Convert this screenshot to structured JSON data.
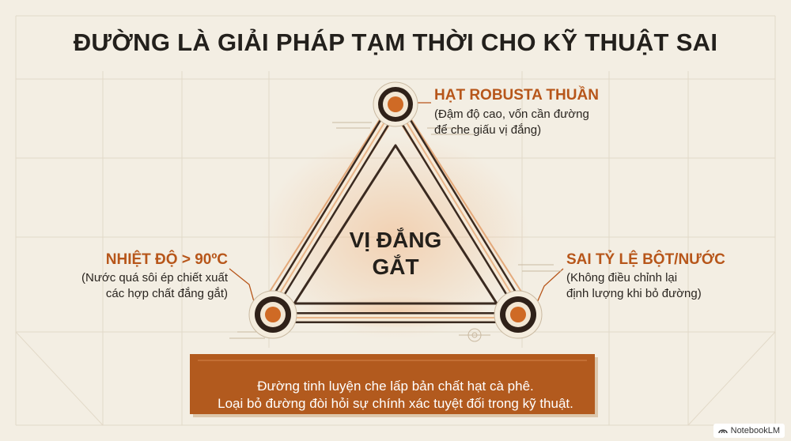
{
  "title": "ĐƯỜNG LÀ GIẢI PHÁP TẠM THỜI CHO KỸ THUẬT SAI",
  "center": {
    "line1": "VỊ ĐẮNG",
    "line2": "GẮT"
  },
  "nodes": {
    "top": {
      "title": "HẠT ROBUSTA THUẦN",
      "desc_line1": "(Đậm độ cao, vốn cần đường",
      "desc_line2": "để che giấu vị đắng)"
    },
    "left": {
      "title": "NHIỆT ĐỘ > 90ºC",
      "desc_line1": "(Nước quá sôi ép chiết xuất",
      "desc_line2": "các hợp chất đắng gắt)"
    },
    "right": {
      "title": "SAI TỶ LỆ BỘT/NƯỚC",
      "desc_line1": "(Không điều chỉnh lại",
      "desc_line2": "định lượng khi bỏ đường)"
    }
  },
  "banner": {
    "line1": "Đường tinh luyện che lấp bản chất hạt cà phê.",
    "line2": "Loại bỏ đường đòi hỏi sự chính xác tuyệt đối trong kỹ thuật."
  },
  "watermark": "NotebookLM",
  "colors": {
    "background": "#f3eee3",
    "accent": "#b7561a",
    "banner": "#b25a1e",
    "dark": "#2a1f17"
  }
}
